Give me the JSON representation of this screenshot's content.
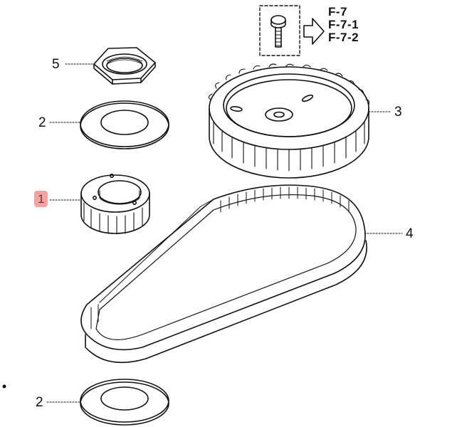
{
  "diagram": {
    "type": "exploded-parts-diagram",
    "parts": [
      {
        "id": "part-1",
        "label": "1",
        "name": "small toothed pulley",
        "highlighted": true
      },
      {
        "id": "part-2a",
        "label": "2",
        "name": "flange washer (upper)"
      },
      {
        "id": "part-2b",
        "label": "2",
        "name": "flange washer (lower)"
      },
      {
        "id": "part-3",
        "label": "3",
        "name": "large toothed pulley"
      },
      {
        "id": "part-4",
        "label": "4",
        "name": "timing belt"
      },
      {
        "id": "part-5",
        "label": "5",
        "name": "hex nut"
      }
    ],
    "references": {
      "lines": [
        "F-7",
        "F-7-1",
        "F-7-2"
      ],
      "icon": "bolt-icon"
    },
    "highlight_color": "#f0a5a5"
  }
}
